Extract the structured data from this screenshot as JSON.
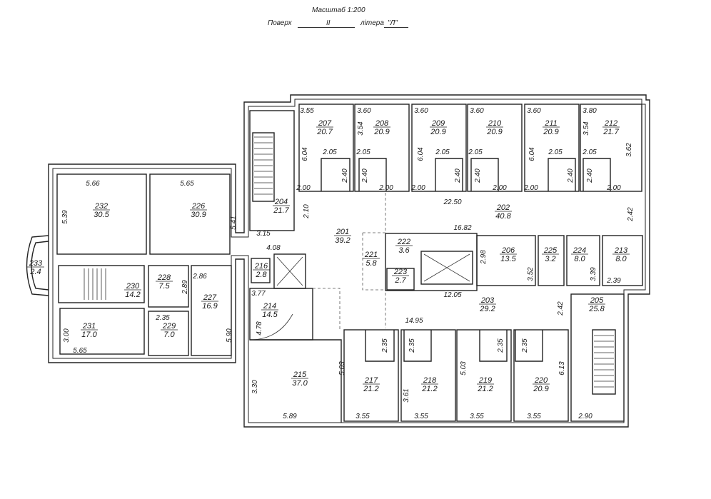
{
  "header": {
    "scale_label": "Масштаб 1:200",
    "floor_label": "Поверх",
    "floor_value": "II",
    "letter_label": "літера",
    "letter_value": "\"Л\""
  },
  "rooms": [
    {
      "id": "rm207",
      "num": "207",
      "area": "20.7"
    },
    {
      "id": "rm208",
      "num": "208",
      "area": "20.9"
    },
    {
      "id": "rm209",
      "num": "209",
      "area": "20.9"
    },
    {
      "id": "rm210",
      "num": "210",
      "area": "20.9"
    },
    {
      "id": "rm211",
      "num": "211",
      "area": "20.9"
    },
    {
      "id": "rm212",
      "num": "212",
      "area": "21.7"
    },
    {
      "id": "rm204",
      "num": "204",
      "area": "21.7"
    },
    {
      "id": "rm232",
      "num": "232",
      "area": "30.5"
    },
    {
      "id": "rm226",
      "num": "226",
      "area": "30.9"
    },
    {
      "id": "rm201",
      "num": "201",
      "area": "39.2"
    },
    {
      "id": "rm202",
      "num": "202",
      "area": "40.8"
    },
    {
      "id": "rm222",
      "num": "222",
      "area": "3.6"
    },
    {
      "id": "rm221",
      "num": "221",
      "area": "5.8"
    },
    {
      "id": "rm223",
      "num": "223",
      "area": "2.7"
    },
    {
      "id": "rm206",
      "num": "206",
      "area": "13.5"
    },
    {
      "id": "rm225",
      "num": "225",
      "area": "3.2"
    },
    {
      "id": "rm224",
      "num": "224",
      "area": "8.0"
    },
    {
      "id": "rm213",
      "num": "213",
      "area": "8.0"
    },
    {
      "id": "rm233",
      "num": "233",
      "area": "2.4"
    },
    {
      "id": "rm216",
      "num": "216",
      "area": "2.8"
    },
    {
      "id": "rm228",
      "num": "228",
      "area": "7.5"
    },
    {
      "id": "rm230",
      "num": "230",
      "area": "14.2"
    },
    {
      "id": "rm227",
      "num": "227",
      "area": "16.9"
    },
    {
      "id": "rm214",
      "num": "214",
      "area": "14.5"
    },
    {
      "id": "rm203",
      "num": "203",
      "area": "29.2"
    },
    {
      "id": "rm205",
      "num": "205",
      "area": "25.8"
    },
    {
      "id": "rm231",
      "num": "231",
      "area": "17.0"
    },
    {
      "id": "rm229",
      "num": "229",
      "area": "7.0"
    },
    {
      "id": "rm215",
      "num": "215",
      "area": "37.0"
    },
    {
      "id": "rm217",
      "num": "217",
      "area": "21.2"
    },
    {
      "id": "rm218",
      "num": "218",
      "area": "21.2"
    },
    {
      "id": "rm219",
      "num": "219",
      "area": "21.2"
    },
    {
      "id": "rm220",
      "num": "220",
      "area": "20.9"
    }
  ],
  "dims": [
    {
      "id": "d1",
      "v": "3.55"
    },
    {
      "id": "d2",
      "v": "3.60"
    },
    {
      "id": "d3",
      "v": "3.60"
    },
    {
      "id": "d4",
      "v": "3.60"
    },
    {
      "id": "d5",
      "v": "3.60"
    },
    {
      "id": "d6",
      "v": "3.80"
    },
    {
      "id": "d7",
      "v": "3.54"
    },
    {
      "id": "d8",
      "v": "3.54"
    },
    {
      "id": "d9",
      "v": "6.04"
    },
    {
      "id": "d10",
      "v": "6.04"
    },
    {
      "id": "d11",
      "v": "6.04"
    },
    {
      "id": "d12",
      "v": "3.62"
    },
    {
      "id": "d13",
      "v": "2.05"
    },
    {
      "id": "d14",
      "v": "2.05"
    },
    {
      "id": "d15",
      "v": "2.05"
    },
    {
      "id": "d16",
      "v": "2.05"
    },
    {
      "id": "d17",
      "v": "2.05"
    },
    {
      "id": "d18",
      "v": "2.05"
    },
    {
      "id": "d19",
      "v": "2.40"
    },
    {
      "id": "d20",
      "v": "2.40"
    },
    {
      "id": "d21",
      "v": "2.40"
    },
    {
      "id": "d22",
      "v": "2.40"
    },
    {
      "id": "d23",
      "v": "2.40"
    },
    {
      "id": "d24",
      "v": "2.40"
    },
    {
      "id": "d25",
      "v": "2.00"
    },
    {
      "id": "d26",
      "v": "2.00"
    },
    {
      "id": "d27",
      "v": "2.00"
    },
    {
      "id": "d28",
      "v": "2.00"
    },
    {
      "id": "d29",
      "v": "2.00"
    },
    {
      "id": "d30",
      "v": "2.00"
    },
    {
      "id": "d31",
      "v": "5.66"
    },
    {
      "id": "d32",
      "v": "5.65"
    },
    {
      "id": "d33",
      "v": "5.39"
    },
    {
      "id": "d34",
      "v": "5.41"
    },
    {
      "id": "d35",
      "v": "2.10"
    },
    {
      "id": "d36",
      "v": "22.50"
    },
    {
      "id": "d37",
      "v": "2.42"
    },
    {
      "id": "d38",
      "v": "3.15"
    },
    {
      "id": "d39",
      "v": "16.82"
    },
    {
      "id": "d40",
      "v": "4.08"
    },
    {
      "id": "d41",
      "v": "2.98"
    },
    {
      "id": "d42",
      "v": "3.52"
    },
    {
      "id": "d43",
      "v": "3.39"
    },
    {
      "id": "d44",
      "v": "2.39"
    },
    {
      "id": "d45",
      "v": "2.86"
    },
    {
      "id": "d46",
      "v": "2.89"
    },
    {
      "id": "d47",
      "v": "3.77"
    },
    {
      "id": "d48",
      "v": "12.05"
    },
    {
      "id": "d49",
      "v": "2.42"
    },
    {
      "id": "d50",
      "v": "4.78"
    },
    {
      "id": "d51",
      "v": "2.35"
    },
    {
      "id": "d52",
      "v": "14.95"
    },
    {
      "id": "d53",
      "v": "3.00"
    },
    {
      "id": "d54",
      "v": "5.65"
    },
    {
      "id": "d55",
      "v": "5.90"
    },
    {
      "id": "d56",
      "v": "2.35"
    },
    {
      "id": "d57",
      "v": "2.35"
    },
    {
      "id": "d58",
      "v": "2.35"
    },
    {
      "id": "d59",
      "v": "2.35"
    },
    {
      "id": "d60",
      "v": "5.03"
    },
    {
      "id": "d61",
      "v": "5.03"
    },
    {
      "id": "d62",
      "v": "6.13"
    },
    {
      "id": "d63",
      "v": "3.30"
    },
    {
      "id": "d64",
      "v": "3.61"
    },
    {
      "id": "d65",
      "v": "5.89"
    },
    {
      "id": "d66",
      "v": "3.55"
    },
    {
      "id": "d67",
      "v": "3.55"
    },
    {
      "id": "d68",
      "v": "3.55"
    },
    {
      "id": "d69",
      "v": "3.55"
    },
    {
      "id": "d70",
      "v": "2.90"
    }
  ]
}
